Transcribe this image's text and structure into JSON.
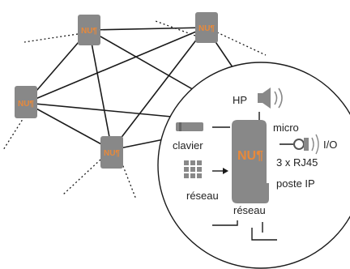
{
  "brand": {
    "logo_text": "NU¶",
    "logo_color": "#e8893a",
    "device_color": "#888888",
    "line_color": "#1a1a1a"
  },
  "detail": {
    "labels": {
      "speaker": "HP",
      "microphone": "micro",
      "io": "I/O",
      "keyboard": "clavier",
      "rj45": "3 x RJ45",
      "ip_phone": "poste IP",
      "network_left": "réseau",
      "network_bottom": "réseau"
    },
    "icons": [
      "speaker-icon",
      "microphone-icon",
      "keyboard-icon",
      "keypad-icon",
      "arrow-icon"
    ]
  }
}
